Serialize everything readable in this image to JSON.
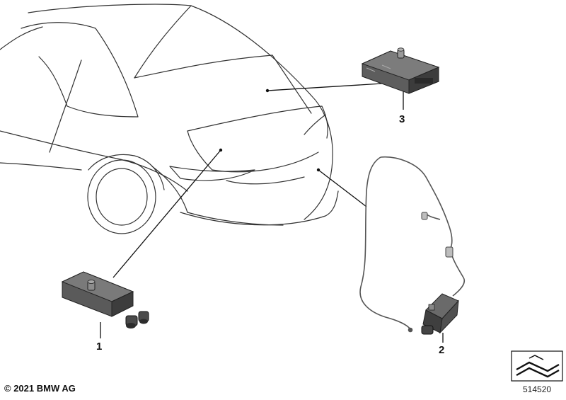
{
  "diagram": {
    "callouts": [
      {
        "id": "1",
        "label": "1"
      },
      {
        "id": "2",
        "label": "2"
      },
      {
        "id": "3",
        "label": "3"
      }
    ],
    "copyright": "© 2021 BMW AG",
    "diagram_number": "514520",
    "icons": [
      "car-rear-outline-icon",
      "antenna-amplifier-icon",
      "cable-harness-icon",
      "control-module-icon",
      "part-symbol-icon"
    ]
  }
}
